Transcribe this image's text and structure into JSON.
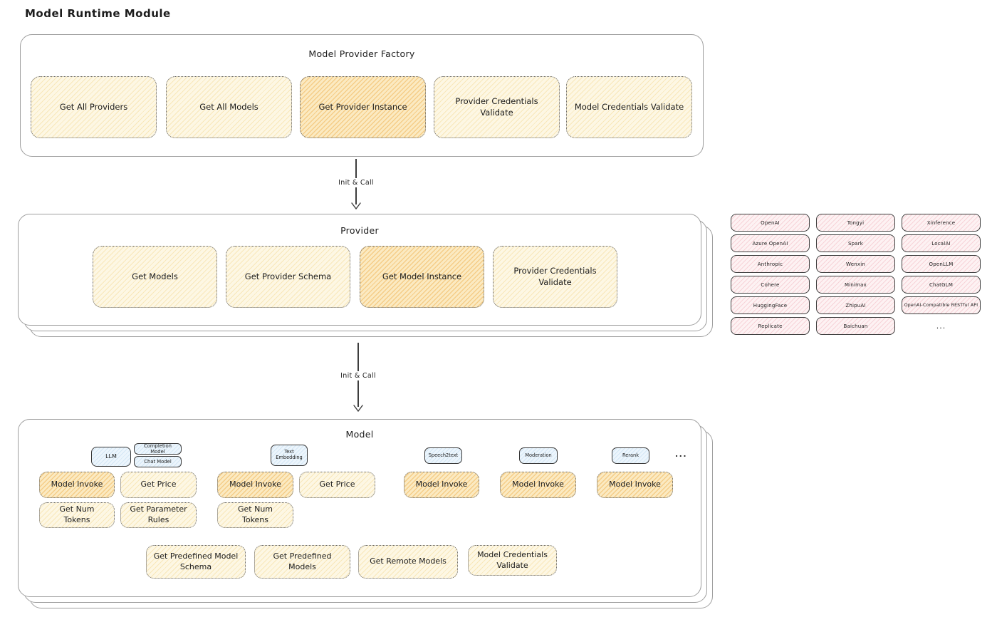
{
  "page_title": "Model Runtime Module",
  "arrow1": {
    "label": "Init & Call"
  },
  "arrow2": {
    "label": "Init & Call"
  },
  "factory": {
    "title": "Model Provider Factory",
    "methods": [
      {
        "label": "Get All Providers",
        "highlighted": false
      },
      {
        "label": "Get All Models",
        "highlighted": false
      },
      {
        "label": "Get Provider Instance",
        "highlighted": true
      },
      {
        "label": "Provider Credentials Validate",
        "highlighted": false
      },
      {
        "label": "Model Credentials Validate",
        "highlighted": false
      }
    ]
  },
  "provider": {
    "title": "Provider",
    "methods": [
      {
        "label": "Get Models",
        "highlighted": false
      },
      {
        "label": "Get Provider Schema",
        "highlighted": false
      },
      {
        "label": "Get Model Instance",
        "highlighted": true
      },
      {
        "label": "Provider Credentials Validate",
        "highlighted": false
      }
    ]
  },
  "providers_grid": {
    "cells": [
      "OpenAI",
      "Tongyi",
      "Xinference",
      "Azure OpenAI",
      "Spark",
      "LocalAI",
      "Anthropic",
      "Wenxin",
      "OpenLLM",
      "Cohere",
      "Minimax",
      "ChatGLM",
      "HuggingFace",
      "ZhipuAI",
      "OpenAI-Compatible RESTful API",
      "Replicate",
      "Baichuan",
      "..."
    ]
  },
  "model": {
    "title": "Model",
    "tags": {
      "llm": "LLM",
      "completion": "Completion Model",
      "chat": "Chat Model",
      "text_embedding": "Text Embedding",
      "speech2text": "Speech2text",
      "moderation": "Moderation",
      "rerank": "Rerank",
      "ellipsis": "..."
    },
    "methods": {
      "llm_invoke": "Model Invoke",
      "llm_get_price": "Get Price",
      "llm_get_num_tokens": "Get Num Tokens",
      "llm_get_parameter_rules": "Get Parameter Rules",
      "te_invoke": "Model Invoke",
      "te_get_price": "Get Price",
      "te_get_num_tokens": "Get Num Tokens",
      "s2t_invoke": "Model Invoke",
      "moderation_invoke": "Model Invoke",
      "rerank_invoke": "Model Invoke"
    },
    "footer_methods": [
      "Get Predefined Model Schema",
      "Get Predefined Models",
      "Get Remote Models",
      "Model Credentials Validate"
    ]
  },
  "colors": {
    "method_fill": "#fdf7e4",
    "method_hatch": "#f8e7b9",
    "highlight_fill": "#fbeac2",
    "highlight_hatch": "#f5cd88",
    "provider_pill_fill": "#fdf2f3",
    "provider_pill_hatch": "#f7d3d8",
    "tag_fill": "#ecf5fc",
    "tag_hatch": "#d4e7f5",
    "panel_border": "#9e9e9e",
    "dotted_border": "#5e5e5e",
    "text": "#1c1c1c"
  }
}
